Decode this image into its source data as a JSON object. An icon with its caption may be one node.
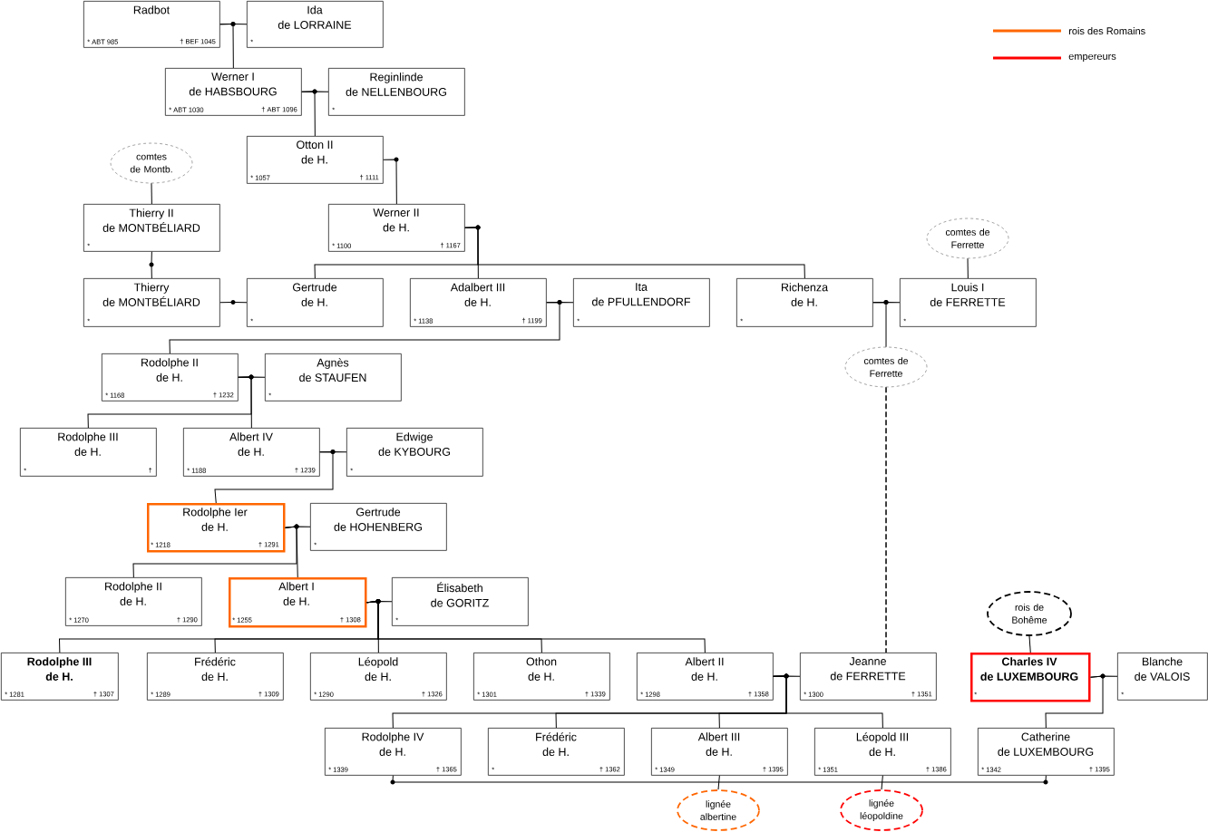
{
  "diagram": {
    "nodes": [
      {
        "text": [
          "Radbot",
          "* ABT 985",
          "† BEF 1045"
        ]
      },
      {
        "text": [
          "Ida",
          "de LORRAINE",
          "*"
        ]
      },
      {
        "text": [
          "Werner I",
          "de HABSBOURG",
          "* ABT 1030",
          "† ABT 1096"
        ]
      },
      {
        "text": [
          "Reginlinde",
          "de NELLENBOURG",
          "*"
        ]
      },
      {
        "text": [
          "Otton II",
          "de H.",
          "* 1057",
          "† 1111"
        ]
      },
      {
        "text": [
          "comtes de Montb."
        ]
      },
      {
        "text": [
          "Thierry II",
          "de MONTBÉLIARD",
          "*"
        ]
      },
      {
        "text": [
          "Werner II",
          "de H.",
          "* 1100",
          "† 1167"
        ]
      },
      {
        "text": [
          "comtes de Ferrette"
        ]
      },
      {
        "text": [
          "Thierry",
          "de MONTBÉLIARD",
          "*"
        ]
      },
      {
        "text": [
          "Gertrude",
          "de H.",
          "*"
        ]
      },
      {
        "text": [
          "Adalbert III",
          "de H.",
          "* 1138",
          "† 1199"
        ]
      },
      {
        "text": [
          "Ita",
          "de PFULLENDORF",
          "*"
        ]
      },
      {
        "text": [
          "Richenza",
          "de H.",
          "*"
        ]
      },
      {
        "text": [
          "Louis I",
          "de FERRETTE",
          "*"
        ]
      },
      {
        "text": [
          "comtes de Ferrette"
        ]
      },
      {
        "text": [
          "Rodolphe II",
          "de H.",
          "* 1168",
          "† 1232"
        ]
      },
      {
        "text": [
          "Agnès",
          "de STAUFEN",
          "*"
        ]
      },
      {
        "text": [
          "Rodolphe III",
          "de H.",
          "*",
          "†"
        ]
      },
      {
        "text": [
          "Albert IV",
          "de H.",
          "* 1188",
          "† 1239"
        ]
      },
      {
        "text": [
          "Edwige",
          "de KYBOURG",
          "*"
        ]
      },
      {
        "text": [
          "Rodolphe Ier",
          "de H.",
          "* 1218",
          "† 1291"
        ]
      },
      {
        "text": [
          "Gertrude",
          "de HOHENBERG",
          "*"
        ]
      },
      {
        "text": [
          "Rodolphe II",
          "de H.",
          "* 1270",
          "† 1290"
        ]
      },
      {
        "text": [
          "Albert I",
          "de H.",
          "* 1255",
          "† 1308"
        ]
      },
      {
        "text": [
          "Élisabeth",
          "de GORITZ",
          "*"
        ]
      },
      {
        "text": [
          "rois de Bohême"
        ]
      },
      {
        "text": [
          "Rodolphe III",
          "de H.",
          "* 1281",
          "† 1307"
        ]
      },
      {
        "text": [
          "Frédéric",
          "de H.",
          "* 1289",
          "† 1309"
        ]
      },
      {
        "text": [
          "Léopold",
          "de H.",
          "* 1290",
          "† 1326"
        ]
      },
      {
        "text": [
          "Othon",
          "de H.",
          "* 1301",
          "† 1339"
        ]
      },
      {
        "text": [
          "Albert II",
          "de H.",
          "* 1298",
          "† 1358"
        ]
      },
      {
        "text": [
          "Jeanne",
          "de FERRETTE",
          "* 1300",
          "† 1351"
        ]
      },
      {
        "text": [
          "Charles IV",
          "de LUXEMBOURG",
          "*"
        ]
      },
      {
        "text": [
          "Blanche",
          "de VALOIS",
          "*"
        ]
      },
      {
        "text": [
          "Rodolphe IV",
          "de H.",
          "* 1339",
          "† 1365"
        ]
      },
      {
        "text": [
          "Frédéric",
          "de H.",
          "*",
          "† 1362"
        ]
      },
      {
        "text": [
          "Albert III",
          "de H.",
          "* 1349",
          "† 1395"
        ]
      },
      {
        "text": [
          "Léopold III",
          "de H.",
          "* 1351",
          "† 1386"
        ]
      },
      {
        "text": [
          "Catherine",
          "de LUXEMBOURG",
          "* 1342",
          "† 1395"
        ]
      },
      {
        "text": [
          "lignée albertine"
        ]
      },
      {
        "text": [
          "lignée léopoldine"
        ]
      }
    ],
    "edges": [
      {
        "from": 0,
        "to": 1,
        "arrow": "none"
      },
      {
        "from": 0,
        "to": 2,
        "arrow": "none"
      },
      {
        "from": 2,
        "to": 3,
        "arrow": "none"
      },
      {
        "from": 2,
        "to": 4,
        "arrow": "none"
      },
      {
        "from": 4,
        "to": 7,
        "arrow": "none"
      },
      {
        "from": 5,
        "to": 6,
        "arrow": "none"
      },
      {
        "from": 6,
        "to": 9,
        "arrow": "none"
      },
      {
        "from": 7,
        "to": 10,
        "arrow": "none"
      },
      {
        "from": 7,
        "to": 11,
        "arrow": "none"
      },
      {
        "from": 7,
        "to": 13,
        "arrow": "none"
      },
      {
        "from": 8,
        "to": 14,
        "arrow": "none"
      },
      {
        "from": 9,
        "to": 10,
        "arrow": "none"
      },
      {
        "from": 11,
        "to": 12,
        "arrow": "none"
      },
      {
        "from": 13,
        "to": 14,
        "arrow": "none"
      },
      {
        "from": 11,
        "to": 16,
        "arrow": "none"
      },
      {
        "from": 13,
        "to": 15,
        "arrow": "none"
      },
      {
        "from": 15,
        "to": 32,
        "arrow": "none",
        "style": "dashed"
      },
      {
        "from": 16,
        "to": 17,
        "arrow": "none"
      },
      {
        "from": 16,
        "to": 18,
        "arrow": "none"
      },
      {
        "from": 16,
        "to": 19,
        "arrow": "none"
      },
      {
        "from": 19,
        "to": 20,
        "arrow": "none"
      },
      {
        "from": 19,
        "to": 21,
        "arrow": "none"
      },
      {
        "from": 21,
        "to": 22,
        "arrow": "none"
      },
      {
        "from": 21,
        "to": 23,
        "arrow": "none"
      },
      {
        "from": 21,
        "to": 24,
        "arrow": "none"
      },
      {
        "from": 24,
        "to": 25,
        "arrow": "none"
      },
      {
        "from": 24,
        "to": 27,
        "arrow": "none"
      },
      {
        "from": 24,
        "to": 28,
        "arrow": "none"
      },
      {
        "from": 24,
        "to": 29,
        "arrow": "none"
      },
      {
        "from": 24,
        "to": 30,
        "arrow": "none"
      },
      {
        "from": 24,
        "to": 31,
        "arrow": "none"
      },
      {
        "from": 31,
        "to": 32,
        "arrow": "none"
      },
      {
        "from": 31,
        "to": 35,
        "arrow": "none"
      },
      {
        "from": 31,
        "to": 36,
        "arrow": "none"
      },
      {
        "from": 31,
        "to": 37,
        "arrow": "none"
      },
      {
        "from": 31,
        "to": 38,
        "arrow": "none"
      },
      {
        "from": 26,
        "to": 33,
        "arrow": "none"
      },
      {
        "from": 33,
        "to": 34,
        "arrow": "none"
      },
      {
        "from": 33,
        "to": 39,
        "arrow": "none"
      },
      {
        "from": 35,
        "to": 39,
        "arrow": "none"
      },
      {
        "from": 37,
        "to": 40,
        "arrow": "none"
      },
      {
        "from": 38,
        "to": 41,
        "arrow": "none"
      }
    ],
    "legend": [
      {
        "text": "rois des Romains",
        "color": "#ff6600"
      },
      {
        "text": "empereurs",
        "color": "#ff0000"
      }
    ]
  }
}
